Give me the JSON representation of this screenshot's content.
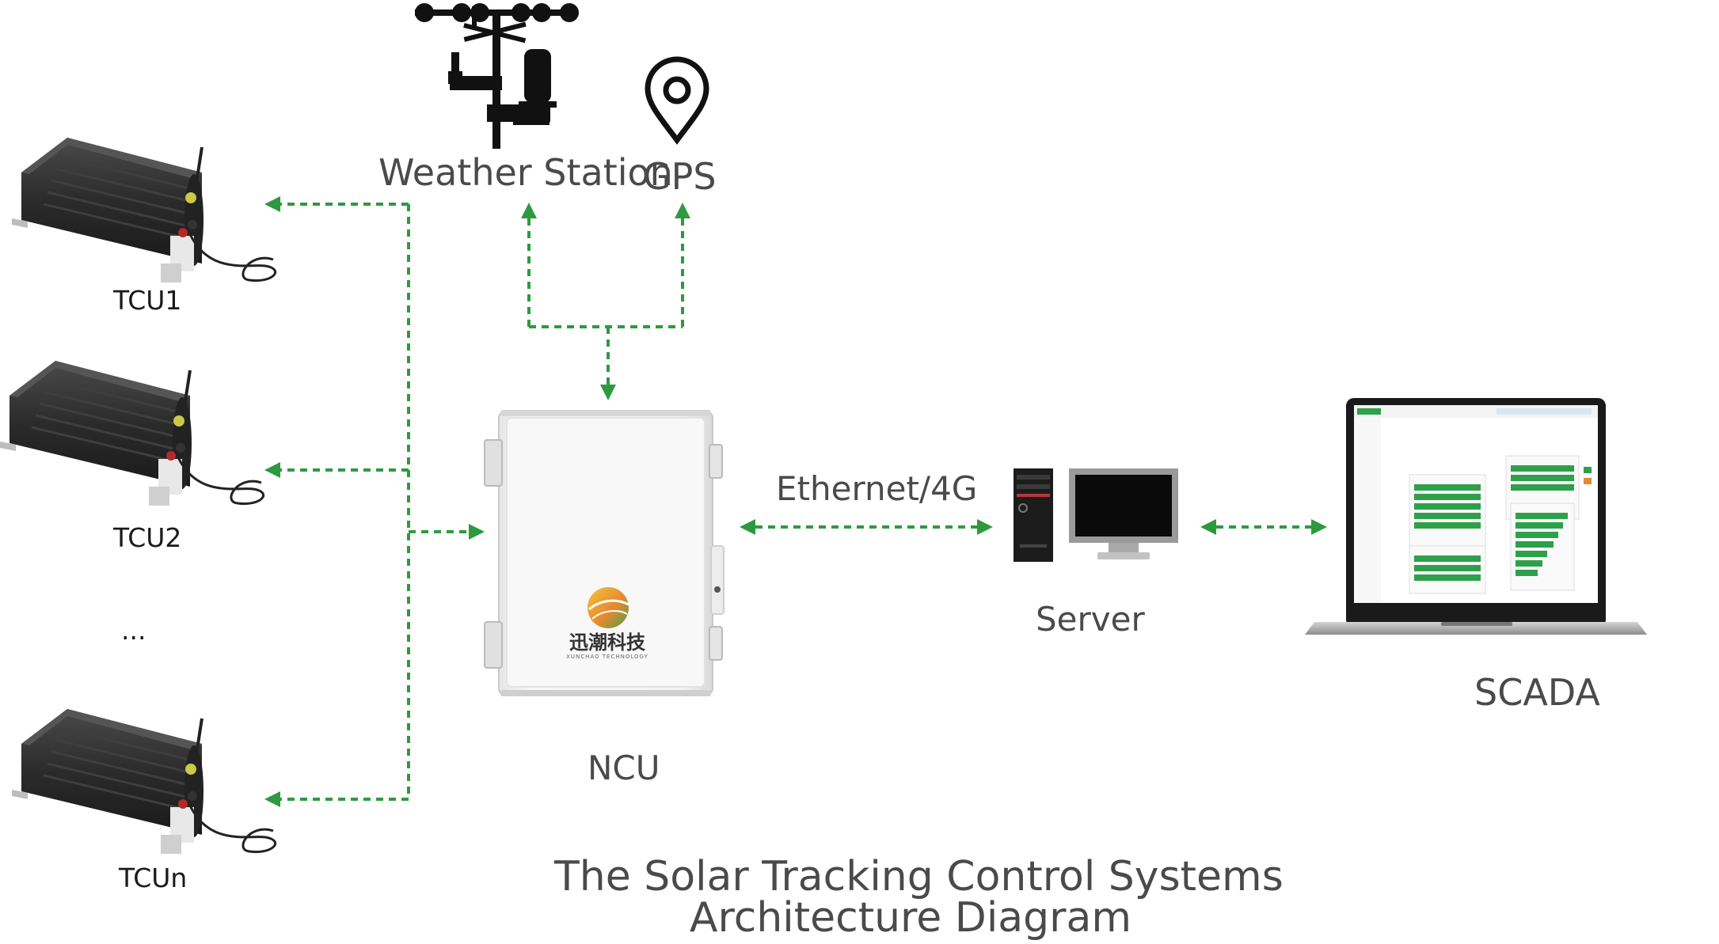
{
  "nodes": {
    "weather_station": {
      "label": "Weather Station"
    },
    "gps": {
      "label": "GPS"
    },
    "tcu1": {
      "label": "TCU1"
    },
    "tcu2": {
      "label": "TCU2"
    },
    "ellipsis": {
      "label": "..."
    },
    "tcun": {
      "label": "TCUn"
    },
    "ncu": {
      "label": "NCU",
      "brand_text": "迅潮科技",
      "brand_sub": "XUNCHAO TECHNOLOGY"
    },
    "link": {
      "label": "Ethernet/4G"
    },
    "server": {
      "label": "Server"
    },
    "scada": {
      "label": "SCADA"
    }
  },
  "title": {
    "line1": "The Solar Tracking Control Systems",
    "line2": "Architecture Diagram"
  },
  "colors": {
    "connector": "#2e9a3f",
    "tcu_body": "#2b2b2b",
    "panel_green": "#2fa04a",
    "panel_orange": "#e0893a"
  }
}
